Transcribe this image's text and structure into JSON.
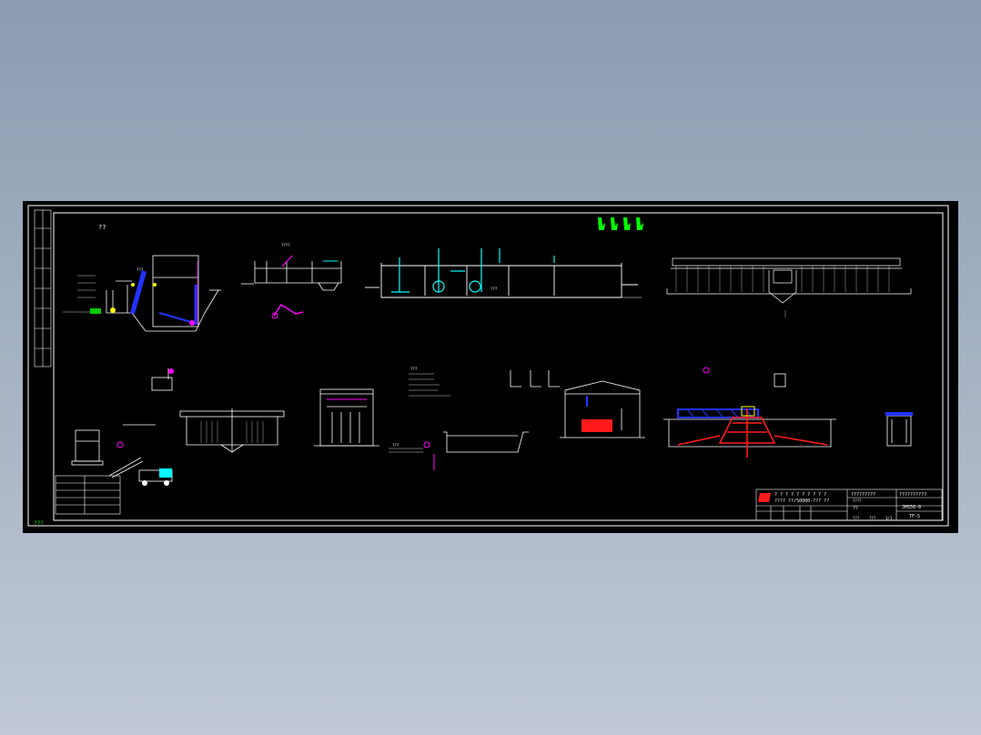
{
  "viewer": {
    "background_top": "#8b9bb0",
    "background_bottom": "#c0c9d5",
    "sheet_color": "#000000"
  },
  "drawing": {
    "top_left_note": "??",
    "bottom_left_label": "???",
    "note_labels": [
      "???",
      "????",
      "???",
      "???",
      "???"
    ],
    "title_block": {
      "rows": [
        "? ? ? ? ? ? ? ? ? ?",
        "???? ??/50000-??? ??",
        "??"
      ],
      "right_cells": [
        "?????????",
        "??????????",
        "????"
      ],
      "drawing_no": "JHS50-0",
      "sheet_no": "TF-5",
      "footer": [
        "???",
        "???",
        "1/1"
      ]
    }
  },
  "colors": {
    "line": "#ffffff",
    "cyan": "#00ffff",
    "blue": "#2233ff",
    "magenta": "#ff00ff",
    "red": "#ff1a1a",
    "green": "#00ff00",
    "yellow": "#ffff00"
  }
}
